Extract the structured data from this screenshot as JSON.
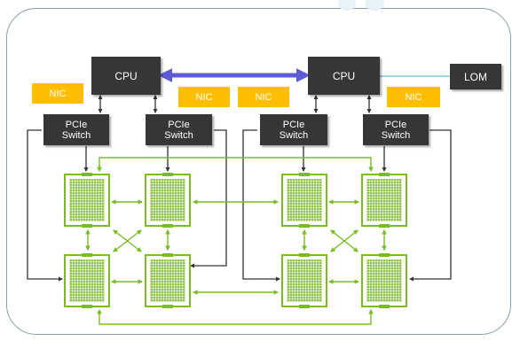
{
  "labels": {
    "cpu_left": "CPU",
    "cpu_right": "CPU",
    "lom": "LOM",
    "nic_1": "NIC",
    "nic_2": "NIC",
    "nic_3": "NIC",
    "nic_4": "NIC",
    "pcie_1": "PCIe\nSwitch",
    "pcie_2": "PCIe\nSwitch",
    "pcie_3": "PCIe\nSwitch",
    "pcie_4": "PCIe\nSwitch"
  },
  "colors": {
    "cpu_box": "#363636",
    "nic_box": "#ffbf00",
    "gpu_green": "#79bd22",
    "cpu_link": "#5b5bd6",
    "lom_link": "#9fd6df",
    "pcie_lines": "#333333"
  }
}
